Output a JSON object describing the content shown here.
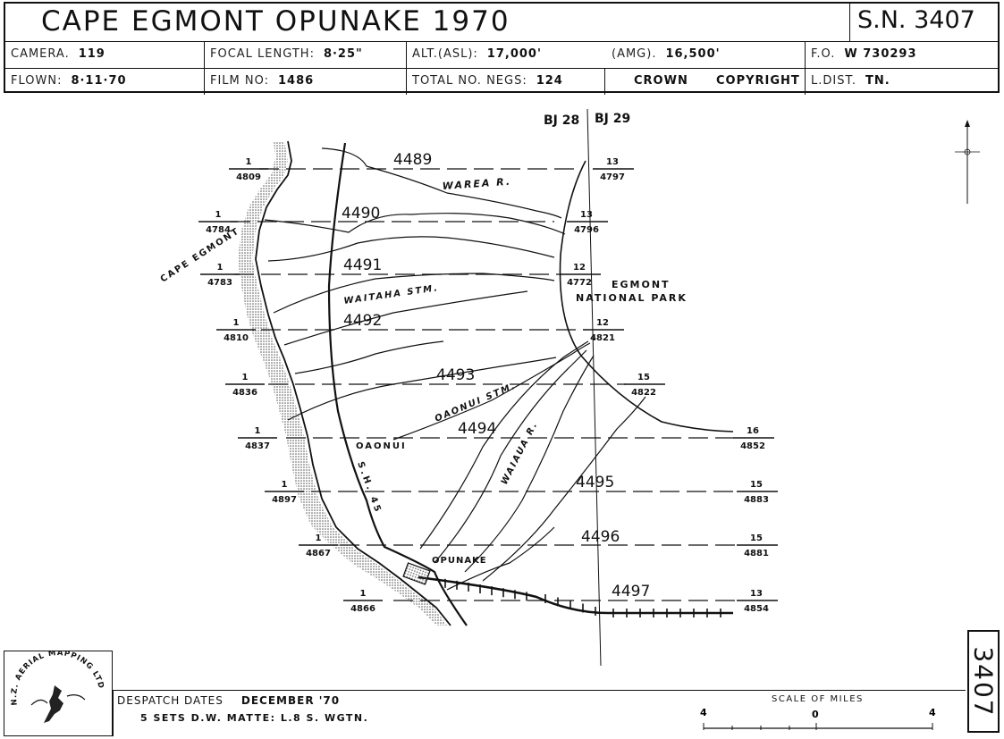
{
  "header": {
    "title": "CAPE EGMONT OPUNAKE 1970",
    "sn": "S.N. 3407",
    "camera_label": "CAMERA.",
    "camera": "119",
    "focal_label": "FOCAL LENGTH:",
    "focal": "8·25\"",
    "alt_label": "ALT.(ASL):",
    "alt": "17,000'",
    "amg_label": "(AMG).",
    "amg": "16,500'",
    "fo_label": "F.O.",
    "fo": "W 730293",
    "flown_label": "FLOWN:",
    "flown": "8·11·70",
    "film_label": "FILM NO:",
    "film": "1486",
    "negs_label": "TOTAL NO. NEGS:",
    "negs": "124",
    "crown": "CROWN",
    "copyright": "COPYRIGHT",
    "ldist_label": "L.DIST.",
    "ldist": "TN."
  },
  "map": {
    "sheets": [
      "BJ 28",
      "BJ 29"
    ],
    "runs": [
      {
        "number": "4489",
        "left_top": "1",
        "left_bottom": "4809",
        "right_top": "13",
        "right_bottom": "4797"
      },
      {
        "number": "4490",
        "left_top": "1",
        "left_bottom": "4784",
        "right_top": "13",
        "right_bottom": "4796"
      },
      {
        "number": "4491",
        "left_top": "1",
        "left_bottom": "4783",
        "right_top": "12",
        "right_bottom": "4772"
      },
      {
        "number": "4492",
        "left_top": "1",
        "left_bottom": "4810",
        "right_top": "12",
        "right_bottom": "4821"
      },
      {
        "number": "4493",
        "left_top": "1",
        "left_bottom": "4836",
        "right_top": "15",
        "right_bottom": "4822"
      },
      {
        "number": "4494",
        "left_top": "1",
        "left_bottom": "4837",
        "right_top": "16",
        "right_bottom": "4852"
      },
      {
        "number": "4495",
        "left_top": "1",
        "left_bottom": "4897",
        "right_top": "15",
        "right_bottom": "4883"
      },
      {
        "number": "4496",
        "left_top": "1",
        "left_bottom": "4867",
        "right_top": "15",
        "right_bottom": "4881"
      },
      {
        "number": "4497",
        "left_top": "1",
        "left_bottom": "4866",
        "right_top": "13",
        "right_bottom": "4854"
      }
    ],
    "labels": {
      "cape_egmont": "CAPE EGMONT",
      "warea": "WAREA R.",
      "waitaha": "WAITAHA STM.",
      "egmont": "EGMONT",
      "national_park": "NATIONAL PARK",
      "oaonui_stm": "OAONUI STM.",
      "oaonui": "OAONUI",
      "waiaua": "WAIAUA R.",
      "sh": "S.H. 45",
      "opunake": "OPUNAKE"
    }
  },
  "footer": {
    "logo_text": "N.Z. AERIAL MAPPING LTD.",
    "despatch_label": "DESPATCH DATES",
    "despatch_date": "DECEMBER '70",
    "sets": "5 SETS D.W. MATTE: L.8 S. WGTN.",
    "scale_label": "SCALE OF MILES",
    "scale_left": "4",
    "scale_mid": "0",
    "scale_right": "4",
    "sn_vertical": "3407"
  }
}
